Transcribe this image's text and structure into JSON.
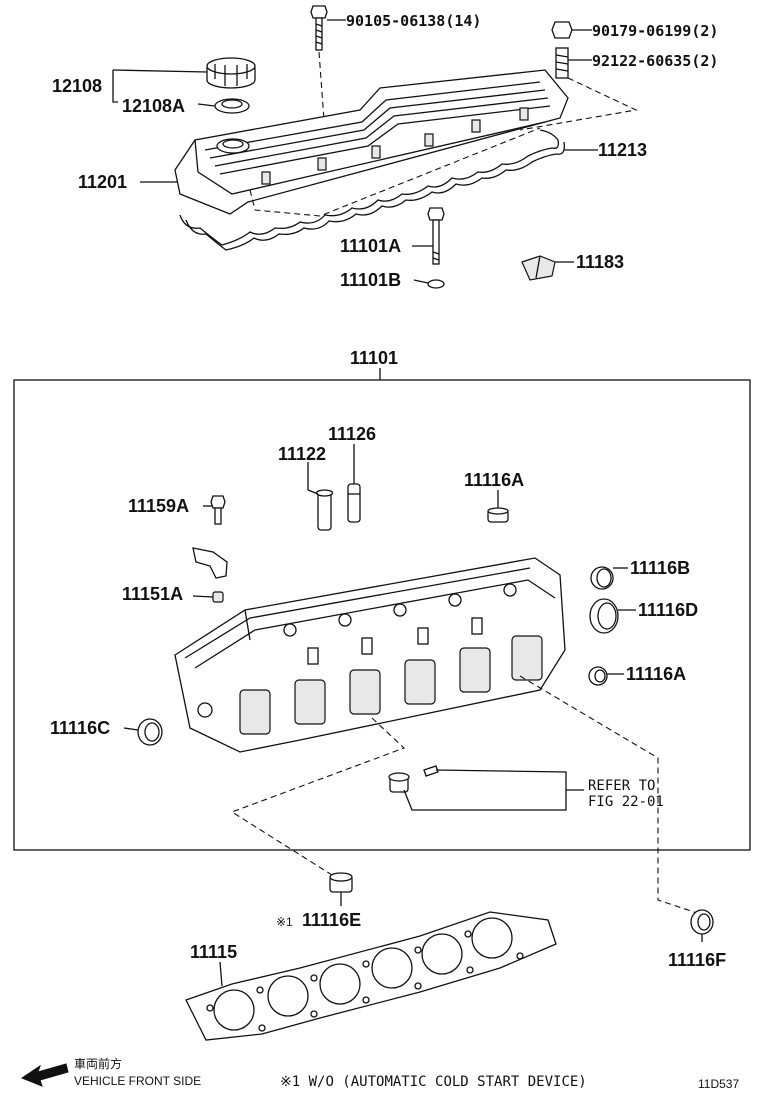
{
  "labels": {
    "p90105": "90105-06138(14)",
    "p90179": "90179-06199(2)",
    "p92122": "92122-60635(2)",
    "p12108": "12108",
    "p12108a": "12108A",
    "p11201": "11201",
    "p11213": "11213",
    "p11101a": "11101A",
    "p11101b": "11101B",
    "p11183": "11183",
    "p11101": "11101",
    "p11126": "11126",
    "p11122": "11122",
    "p11116a_top": "11116A",
    "p11159a": "11159A",
    "p11151a": "11151A",
    "p11116b": "11116B",
    "p11116d": "11116D",
    "p11116a_side": "11116A",
    "p11116c": "11116C",
    "refer_line1": "REFER TO",
    "refer_line2": "FIG 22-01",
    "p11116e": "11116E",
    "p11116e_mark": "※1",
    "p11115": "11115",
    "p11116f": "11116F"
  },
  "footer": {
    "vehicle_front_jp": "車両前方",
    "vehicle_front_en": "VEHICLE FRONT SIDE",
    "note": "※1 W/O (AUTOMATIC COLD START DEVICE)",
    "figure_code": "11D537"
  }
}
